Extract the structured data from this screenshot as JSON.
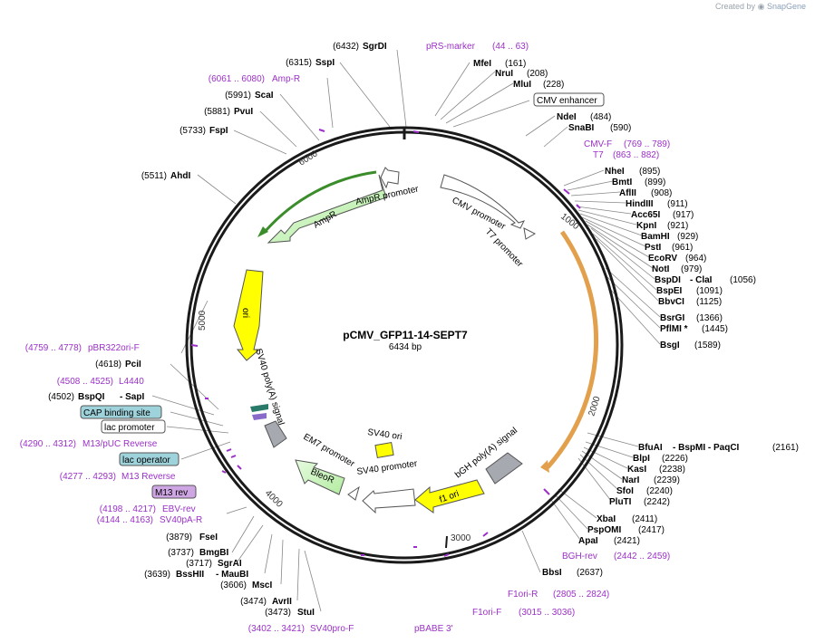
{
  "credit": {
    "prefix": "Created by",
    "brand": "SnapGene"
  },
  "plasmid": {
    "name": "pCMV_GFP11-14-SEPT7",
    "size_label": "6434 bp",
    "total_bp": 6434
  },
  "colors": {
    "enzyme": "#000000",
    "primer": "#9b30c8",
    "ring": "#1a1a1a",
    "ampr_fill": "#c8f2c0",
    "ori_fill": "#ffff00",
    "cds_fill": "#f4c27a",
    "term_fill": "#a6aab0",
    "promoter_fill": "#ffffff",
    "box_fill": "#9fd3dc"
  },
  "tick_labels": [
    "1000",
    "2000",
    "3000",
    "4000",
    "5000",
    "6000"
  ],
  "features": [
    {
      "label": "AmpR"
    },
    {
      "label": "AmpR promoter"
    },
    {
      "label": "CMV promoter"
    },
    {
      "label": "T7 promoter"
    },
    {
      "label": "ori"
    },
    {
      "label": "SV40 poly(A) signal"
    },
    {
      "label": "SV40 ori"
    },
    {
      "label": "SV40 promoter"
    },
    {
      "label": "EM7 promoter"
    },
    {
      "label": "BleoR"
    },
    {
      "label": "bGH poly(A) signal"
    },
    {
      "label": "f1 ori"
    }
  ],
  "left_labels": [
    {
      "name": "AhdI",
      "pos": "(5511)"
    },
    {
      "name": "FspI",
      "pos": "(5733)"
    },
    {
      "name": "PvuI",
      "pos": "(5881)"
    },
    {
      "name": "ScaI",
      "pos": "(5991)"
    },
    {
      "name": "Amp-R",
      "pos": "(6061 .. 6080)",
      "primer": true
    },
    {
      "name": "SspI",
      "pos": "(6315)"
    },
    {
      "name": "SgrDI",
      "pos": "(6432)"
    },
    {
      "name": "pBR322ori-F",
      "pos": "(4759 .. 4778)",
      "primer": true
    },
    {
      "name": "PciI",
      "pos": "(4618)"
    },
    {
      "name": "L4440",
      "pos": "(4508 .. 4525)",
      "primer": true
    },
    {
      "name": "BspQI",
      "pos": "(4502)",
      "extra": "-  SapI"
    },
    {
      "name": "M13/pUC Reverse",
      "pos": "(4290 .. 4312)",
      "primer": true
    },
    {
      "name": "M13 Reverse",
      "pos": "(4277 .. 4293)",
      "primer": true
    },
    {
      "name": "EBV-rev",
      "pos": "(4198 .. 4217)",
      "primer": true
    },
    {
      "name": "SV40pA-R",
      "pos": "(4144 .. 4163)",
      "primer": true
    },
    {
      "name": "FseI",
      "pos": "(3879)"
    },
    {
      "name": "BmgBI",
      "pos": "(3737)"
    },
    {
      "name": "SgrAI",
      "pos": "(3717)"
    },
    {
      "name": "BssHII",
      "pos": "(3639)",
      "extra": "-  MauBI"
    },
    {
      "name": "MscI",
      "pos": "(3606)"
    },
    {
      "name": "AvrII",
      "pos": "(3474)"
    },
    {
      "name": "StuI",
      "pos": "(3473)"
    },
    {
      "name": "SV40pro-F",
      "pos": "(3402 .. 3421)",
      "primer": true
    }
  ],
  "right_labels": [
    {
      "name": "pRS-marker",
      "pos": "(44 .. 63)",
      "primer": true
    },
    {
      "name": "MfeI",
      "pos": "(161)"
    },
    {
      "name": "NruI",
      "pos": "(208)"
    },
    {
      "name": "MluI",
      "pos": "(228)"
    },
    {
      "name": "NdeI",
      "pos": "(484)"
    },
    {
      "name": "SnaBI",
      "pos": "(590)"
    },
    {
      "name": "CMV-F",
      "pos": "(769 .. 789)",
      "primer": true
    },
    {
      "name": "T7",
      "pos": "(863 .. 882)",
      "primer": true
    },
    {
      "name": "NheI",
      "pos": "(895)"
    },
    {
      "name": "BmtI",
      "pos": "(899)"
    },
    {
      "name": "AflII",
      "pos": "(908)"
    },
    {
      "name": "HindIII",
      "pos": "(911)"
    },
    {
      "name": "Acc65I",
      "pos": "(917)"
    },
    {
      "name": "KpnI",
      "pos": "(921)"
    },
    {
      "name": "BamHI",
      "pos": "(929)"
    },
    {
      "name": "PstI",
      "pos": "(961)"
    },
    {
      "name": "EcoRV",
      "pos": "(964)"
    },
    {
      "name": "NotI",
      "pos": "(979)"
    },
    {
      "name": "BspDI",
      "pos": "(1056)",
      "extra": "-  ClaI"
    },
    {
      "name": "BspEI",
      "pos": "(1091)"
    },
    {
      "name": "BbvCI",
      "pos": "(1125)"
    },
    {
      "name": "BsrGI",
      "pos": "(1366)"
    },
    {
      "name": "PflMI *",
      "pos": "(1445)"
    },
    {
      "name": "BsgI",
      "pos": "(1589)"
    },
    {
      "name": "BfuAI",
      "pos": "(2161)",
      "extra": "-  BspMI   -  PaqCI"
    },
    {
      "name": "BlpI",
      "pos": "(2226)"
    },
    {
      "name": "KasI",
      "pos": "(2238)"
    },
    {
      "name": "NarI",
      "pos": "(2239)"
    },
    {
      "name": "SfoI",
      "pos": "(2240)"
    },
    {
      "name": "PluTI",
      "pos": "(2242)"
    },
    {
      "name": "XbaI",
      "pos": "(2411)"
    },
    {
      "name": "PspOMI",
      "pos": "(2417)"
    },
    {
      "name": "ApaI",
      "pos": "(2421)"
    },
    {
      "name": "BGH-rev",
      "pos": "(2442 .. 2459)",
      "primer": true
    },
    {
      "name": "BbsI",
      "pos": "(2637)"
    },
    {
      "name": "F1ori-R",
      "pos": "(2805 .. 2824)",
      "primer": true
    },
    {
      "name": "F1ori-F",
      "pos": "(3015 .. 3036)",
      "primer": true
    },
    {
      "name": "pBABE 3'",
      "pos": "",
      "primer": true
    }
  ],
  "boxed_labels": [
    {
      "label": "CMV enhancer",
      "style": "white"
    },
    {
      "label": "CAP binding site",
      "style": "blue"
    },
    {
      "label": "lac promoter",
      "style": "white"
    },
    {
      "label": "lac operator",
      "style": "blue"
    },
    {
      "label": "M13 rev",
      "style": "purple"
    }
  ]
}
